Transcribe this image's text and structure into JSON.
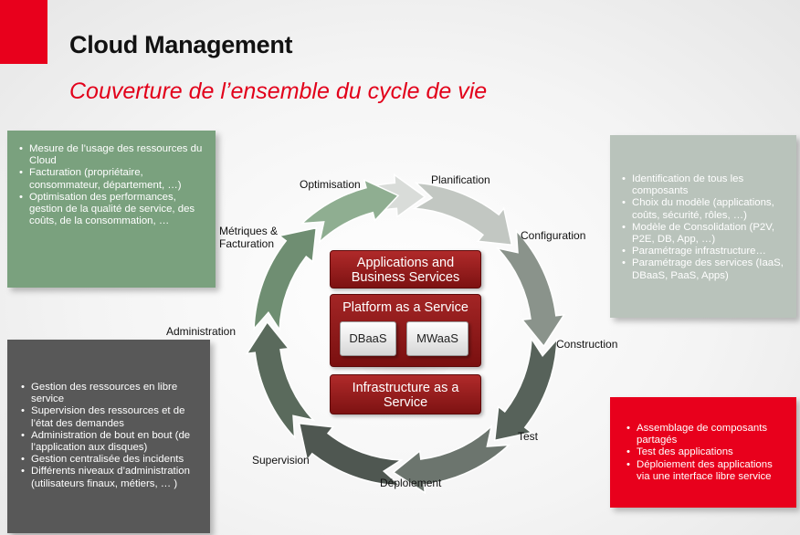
{
  "header": {
    "title": "Cloud Management",
    "subtitle": "Couverture de l’ensemble du cycle de vie"
  },
  "colors": {
    "accent_red": "#e8001c",
    "box_green": "#7aa17e",
    "box_light_gray": "#b9c3bb",
    "box_dark_gray": "#585858",
    "layer_red": "#8c1818"
  },
  "boxes": {
    "top_left": [
      "Mesure de l’usage des ressources du Cloud",
      "Facturation (propriétaire, consommateur, département, …)",
      "Optimisation des performances, gestion de la qualité de service, des coûts, de la consommation,  …"
    ],
    "top_right": [
      "Identification de tous les composants",
      "Choix du modèle (applications, coûts, sécurité, rôles, …)",
      "Modèle de Consolidation (P2V, P2E, DB, App, …)",
      "Paramétrage infrastructure…",
      "Paramétrage des services (IaaS, DBaaS, PaaS, Apps)"
    ],
    "bottom_left": [
      "Gestion des ressources en libre service",
      "Supervision des ressources et de l’état des demandes",
      "Administration de bout en bout (de l’application aux disques)",
      "Gestion centralisée des incidents",
      "Différents niveaux d’administration (utilisateurs finaux, métiers, … )"
    ],
    "bottom_right": [
      "Assemblage de composants partagés",
      "Test des applications",
      "Déploiement des applications via une interface libre service"
    ]
  },
  "cycle": {
    "optimisation": "Optimisation",
    "planification": "Planification",
    "configuration": "Configuration",
    "construction": "Construction",
    "test": "Test",
    "deploiement": "Déploiement",
    "supervision": "Supervision",
    "administration": "Administration",
    "metriques_line1": "Métriques &",
    "metriques_line2": "Facturation"
  },
  "center": {
    "app_line1": "Applications and",
    "app_line2": "Business Services",
    "paas": "Platform as a Service",
    "dbaas": "DBaaS",
    "mwaas": "MWaaS",
    "iaas_line1": "Infrastructure as a",
    "iaas_line2": "Service"
  }
}
